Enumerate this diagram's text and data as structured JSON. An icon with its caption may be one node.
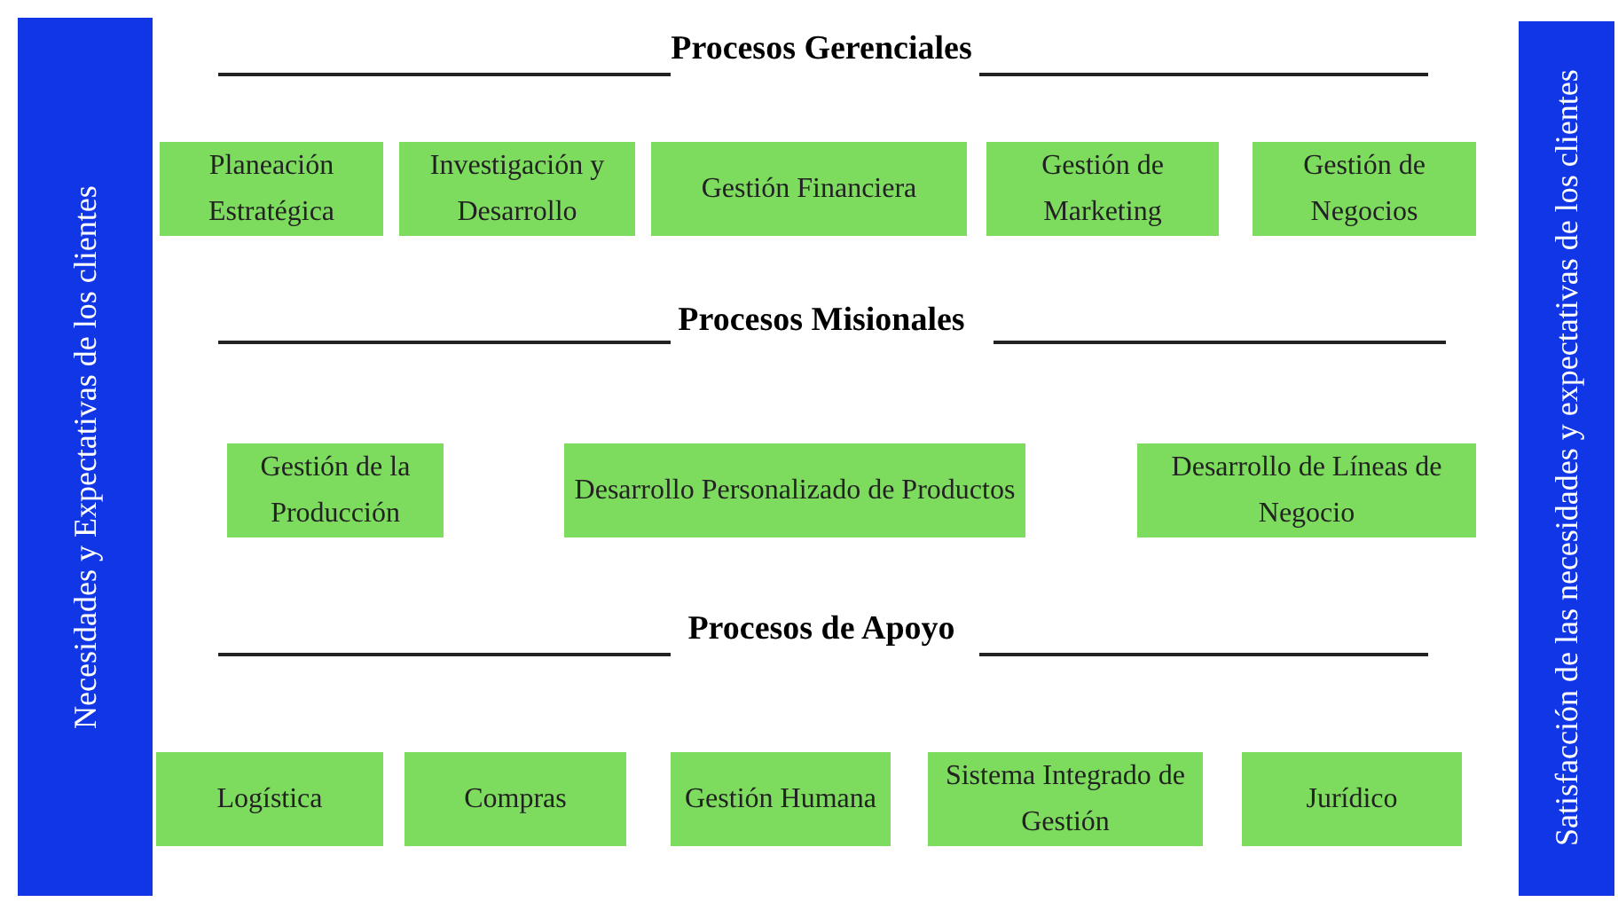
{
  "diagram": {
    "nodes": [
      {
        "text": [
          "Necesidades y Expectativas de los clientes"
        ]
      },
      {
        "text": [
          "Planeación Estratégica"
        ]
      },
      {
        "text": [
          "Investigación y Desarrollo"
        ]
      },
      {
        "text": [
          "Gestión Financiera"
        ]
      },
      {
        "text": [
          "Gestión de Marketing"
        ]
      },
      {
        "text": [
          "Gestión de Negocios"
        ]
      },
      {
        "text": [
          "Gestión de la Producción"
        ]
      },
      {
        "text": [
          "Desarrollo Personalizado de Productos"
        ]
      },
      {
        "text": [
          "Desarrollo de Líneas de Negocio"
        ]
      },
      {
        "text": [
          "Logística"
        ]
      },
      {
        "text": [
          "Compras"
        ]
      },
      {
        "text": [
          "Gestión Humana"
        ]
      },
      {
        "text": [
          "Sistema Integrado de Gestión"
        ]
      },
      {
        "text": [
          "Jurídico"
        ]
      },
      {
        "text": [
          "Satisfacción de las necesidades y expectativas de los clientes"
        ]
      }
    ],
    "labels": [
      "Procesos Gerenciales",
      "Procesos Misionales",
      "Procesos de Apoyo"
    ]
  }
}
